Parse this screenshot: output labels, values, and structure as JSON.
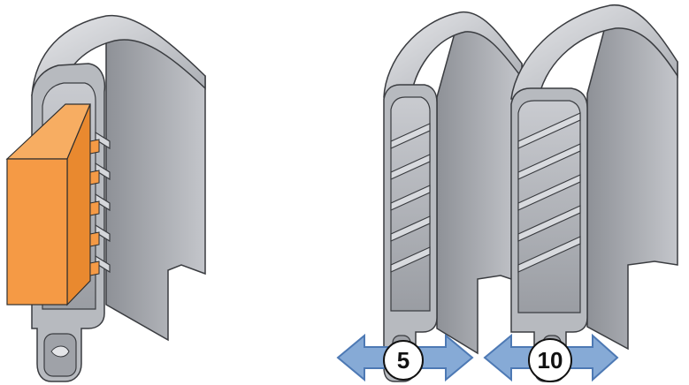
{
  "figure": {
    "colors": {
      "metal_light": "#d2d4d8",
      "metal_mid": "#a9acb2",
      "metal_dark": "#6e7178",
      "outline": "#3a3c40",
      "insert": "#f59a45",
      "insert_edge": "#2f2f2f",
      "arrow_fill": "#86aad6",
      "arrow_stroke": "#4d79b4"
    },
    "profiles": [
      {
        "name": "profile-with-insert",
        "has_insert": true
      },
      {
        "name": "profile-narrow"
      },
      {
        "name": "profile-wide"
      }
    ],
    "width_labels": [
      {
        "text": "5"
      },
      {
        "text": "10"
      }
    ]
  }
}
